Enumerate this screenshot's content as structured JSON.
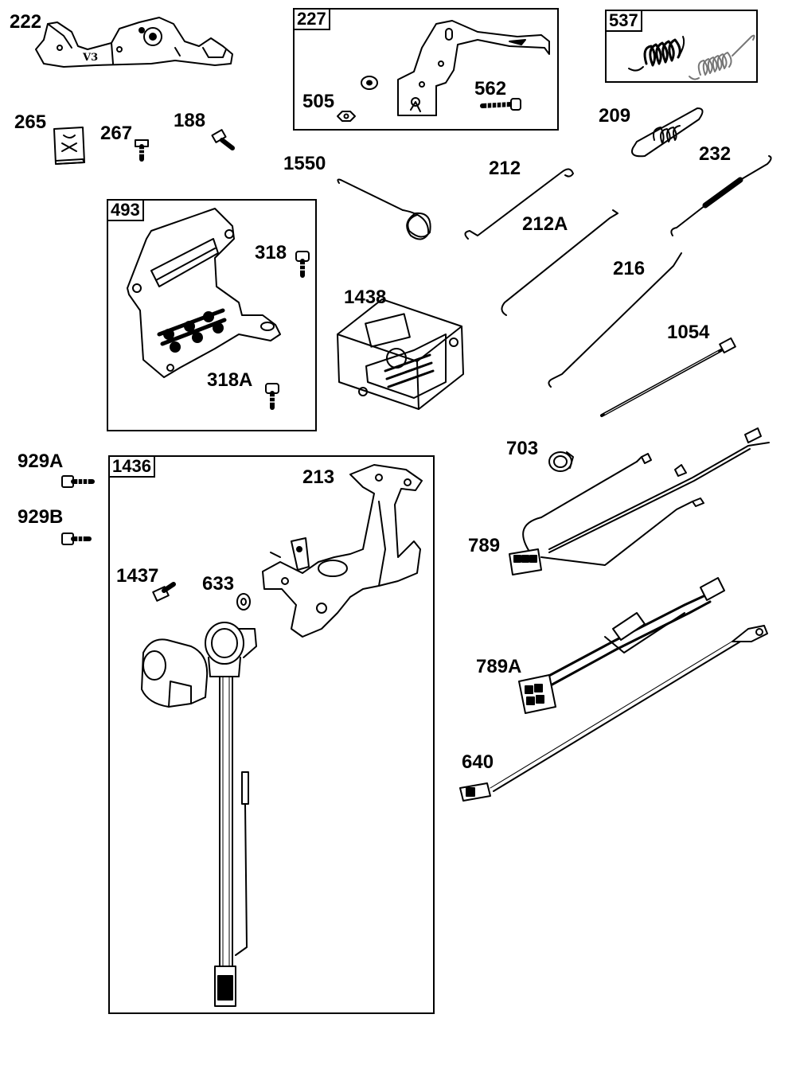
{
  "colors": {
    "ink": "#000000",
    "paper": "#ffffff",
    "shade": "#4a4a4a",
    "light": "#d9d9d9"
  },
  "kits": {
    "k227": "227",
    "k537": "537",
    "k493": "493",
    "k1436": "1436"
  },
  "parts": {
    "p222": "222",
    "p227_505": "505",
    "p227_562": "562",
    "p265": "265",
    "p267": "267",
    "p188": "188",
    "p209": "209",
    "p232": "232",
    "p1550": "1550",
    "p212": "212",
    "p212A": "212A",
    "p216": "216",
    "p318": "318",
    "p318A": "318A",
    "p1438": "1438",
    "p1054": "1054",
    "p929A": "929A",
    "p929B": "929B",
    "p213": "213",
    "p703": "703",
    "p789": "789",
    "p1437": "1437",
    "p633": "633",
    "p789A": "789A",
    "p640": "640"
  },
  "stamps": {
    "v3": "V3"
  },
  "icons": [
    "bracket-icon",
    "spring-icon",
    "screw-icon",
    "nut-icon",
    "washer-icon",
    "rod-icon",
    "cable-tie-icon",
    "module-icon",
    "harness-icon",
    "connector-icon",
    "solenoid-icon",
    "clip-icon"
  ]
}
